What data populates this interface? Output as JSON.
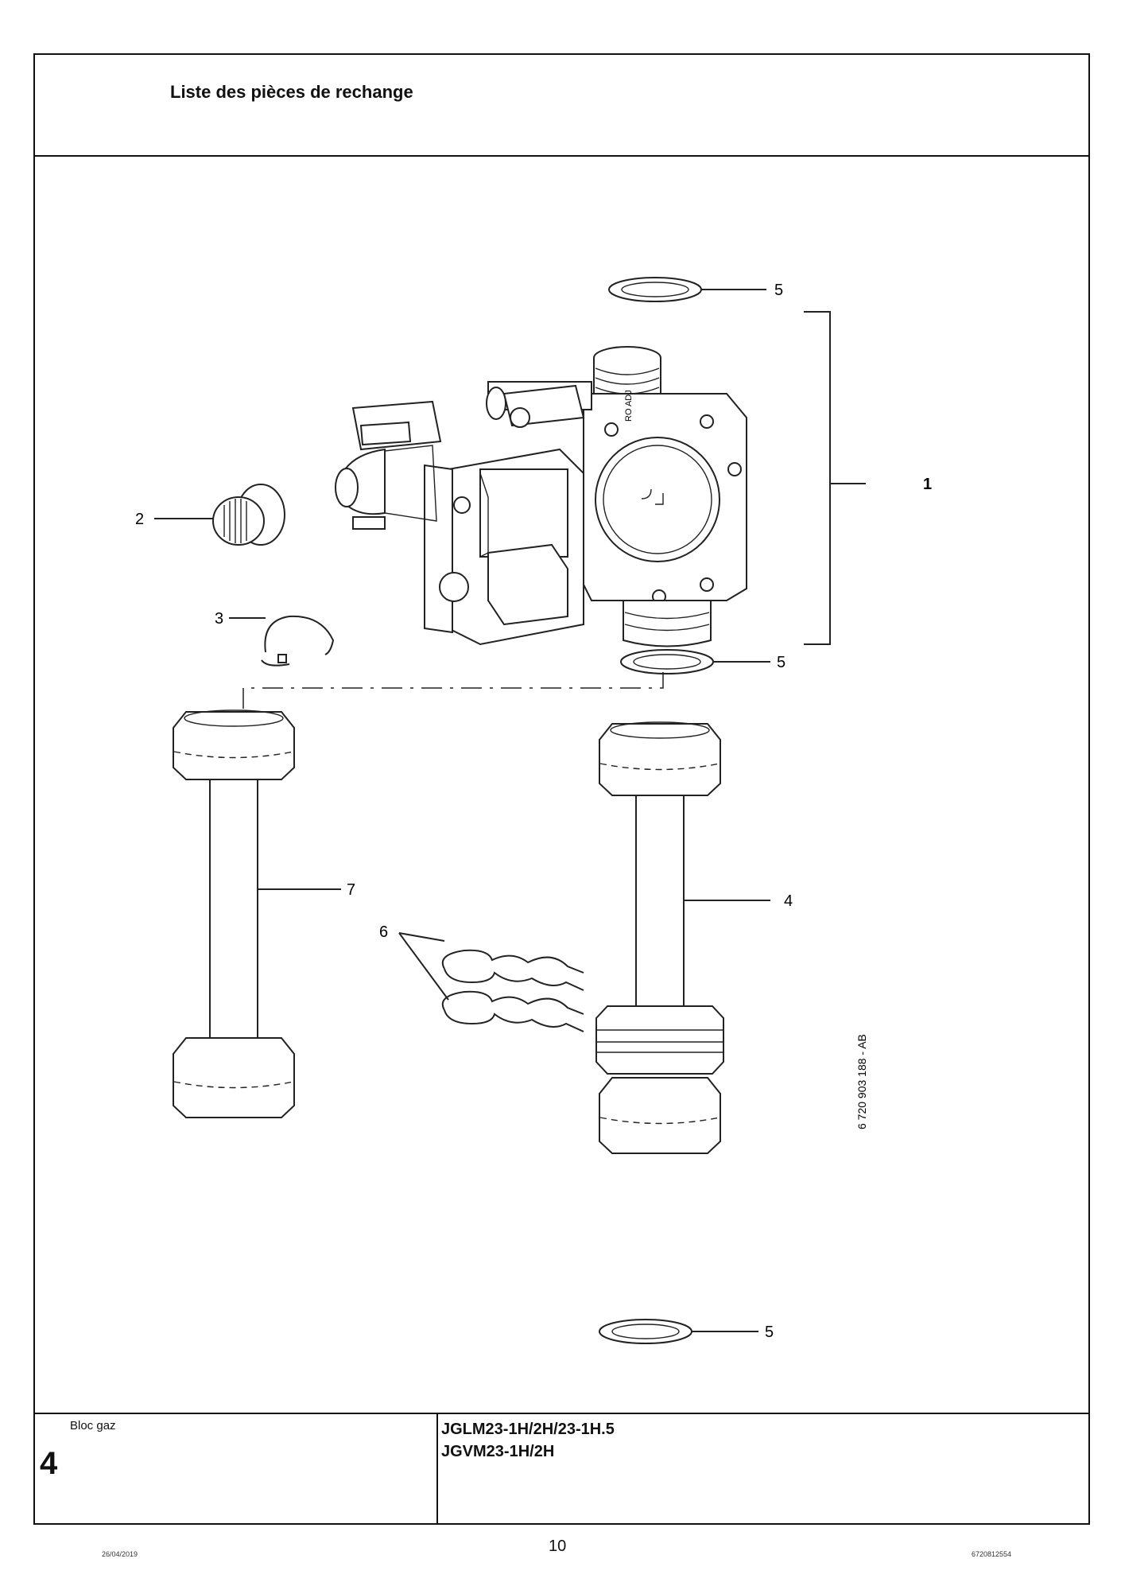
{
  "header": {
    "title": "Liste des pièces de rechange"
  },
  "diagram": {
    "callouts": {
      "c1": "1",
      "c2": "2",
      "c3": "3",
      "c4": "4",
      "c5a": "5",
      "c5b": "5",
      "c5c": "5",
      "c6": "6",
      "c7": "7"
    },
    "reference": "6 720 903 188 - AB"
  },
  "footer": {
    "subtitle": "Bloc gaz",
    "section_number": "4",
    "models": [
      "JGLM23-1H/2H/23-1H.5",
      "JGVM23-1H/2H"
    ],
    "page_number": "10",
    "date": "26/04/2019",
    "doc_number": "6720812554"
  }
}
